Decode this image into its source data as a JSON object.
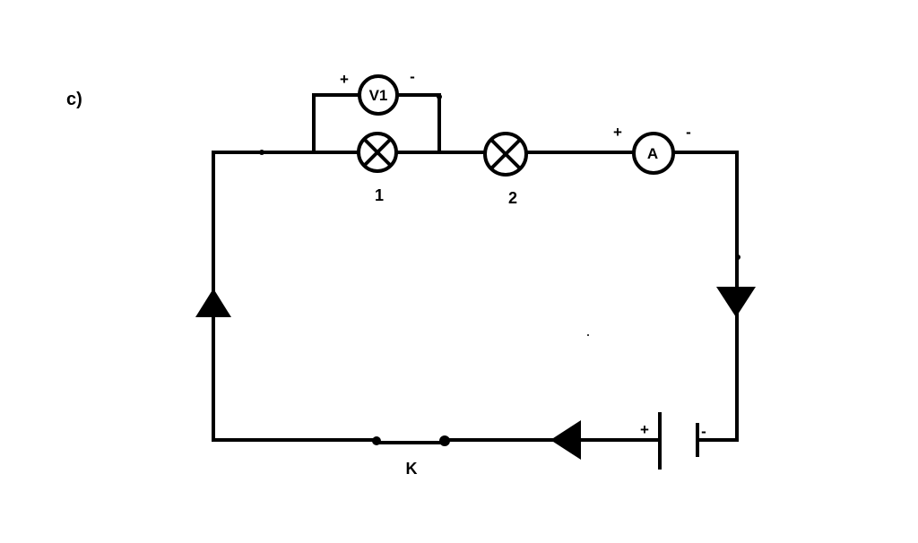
{
  "part_label": "c)",
  "lamps": [
    {
      "number": "1"
    },
    {
      "number": "2"
    }
  ],
  "voltmeter": {
    "text": "V1",
    "plus": "+",
    "minus": "-"
  },
  "ammeter": {
    "text": "A",
    "plus": "+",
    "minus": "-"
  },
  "battery": {
    "plus": "+",
    "minus": "-"
  },
  "switch": {
    "label": "K"
  },
  "colors": {
    "stroke": "#000000",
    "background": "#ffffff"
  }
}
